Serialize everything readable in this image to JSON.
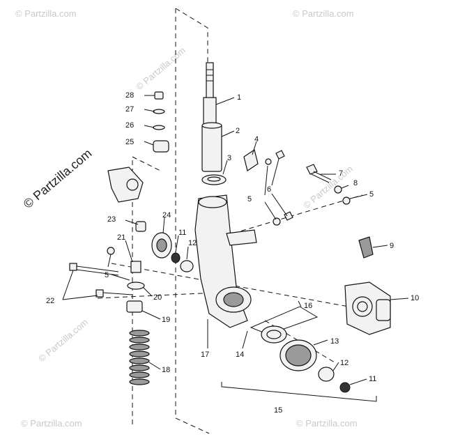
{
  "watermark": {
    "main": "© Partzilla.com",
    "repeat": "© Partzilla.com"
  },
  "callouts": {
    "c1": "1",
    "c2": "2",
    "c3": "3",
    "c4": "4",
    "c5a": "5",
    "c5b": "5",
    "c5c": "5",
    "c6": "6",
    "c7": "7",
    "c8": "8",
    "c9": "9",
    "c10": "10",
    "c11a": "11",
    "c11b": "11",
    "c12a": "12",
    "c12b": "12",
    "c13": "13",
    "c14": "14",
    "c15": "15",
    "c16": "16",
    "c17": "17",
    "c18": "18",
    "c19": "19",
    "c20": "20",
    "c21": "21",
    "c22": "22",
    "c23": "23",
    "c24": "24",
    "c25": "25",
    "c26": "26",
    "c27": "27",
    "c28": "28"
  }
}
